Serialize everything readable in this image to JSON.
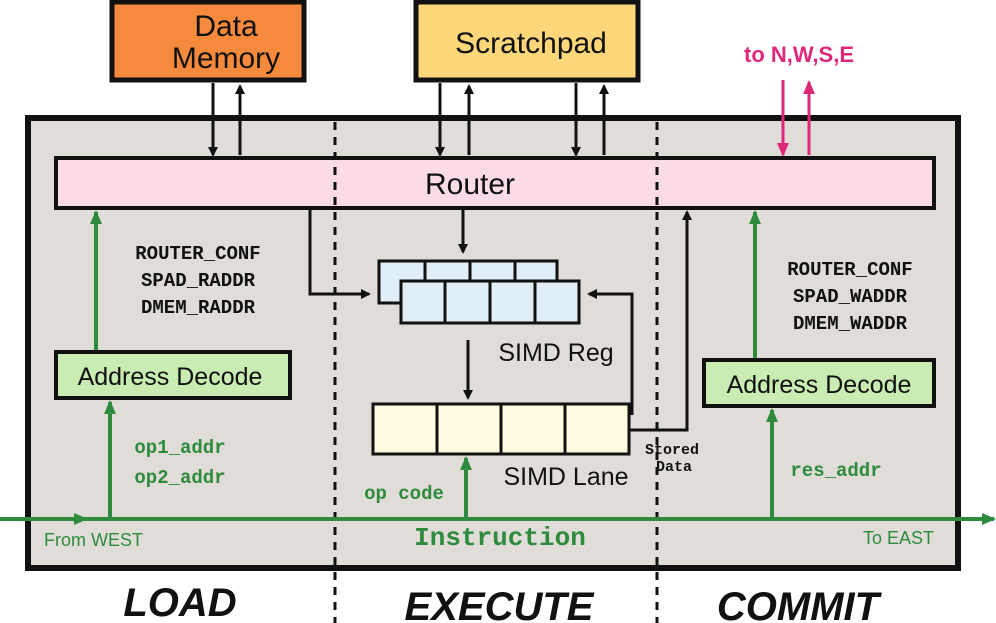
{
  "blocks": {
    "data_memory": {
      "line1": "Data",
      "line2": "Memory",
      "fill": "#f58a3c"
    },
    "scratchpad": {
      "label": "Scratchpad",
      "fill": "#fdd77a"
    },
    "router": {
      "label": "Router",
      "fill": "#fadbe6"
    },
    "addr_decode_left": {
      "label": "Address Decode",
      "fill": "#c9ecb2"
    },
    "addr_decode_right": {
      "label": "Address Decode",
      "fill": "#c9ecb2"
    },
    "simd_reg": {
      "label": "SIMD Reg",
      "fill": "#dfeef7"
    },
    "simd_lane": {
      "label": "SIMD Lane",
      "fill": "#fffbe0"
    }
  },
  "labels": {
    "neighbors": "to N,W,S,E",
    "load_signals": [
      "ROUTER_CONF",
      "SPAD_RADDR",
      "DMEM_RADDR"
    ],
    "commit_signals": [
      "ROUTER_CONF",
      "SPAD_WADDR",
      "DMEM_WADDR"
    ],
    "operand_addrs": [
      "op1_addr",
      "op2_addr"
    ],
    "op_code": "op code",
    "res_addr": "res_addr",
    "stored_data": [
      "Stored",
      "Data"
    ],
    "instruction": "Instruction",
    "from_west": "From WEST",
    "to_east": "To EAST"
  },
  "stages": [
    "LOAD",
    "EXECUTE",
    "COMMIT"
  ],
  "colors": {
    "panel": "#e0ddd8",
    "green_signal": "#2e8b3e",
    "magenta": "#e0287a",
    "outline": "#111111"
  }
}
